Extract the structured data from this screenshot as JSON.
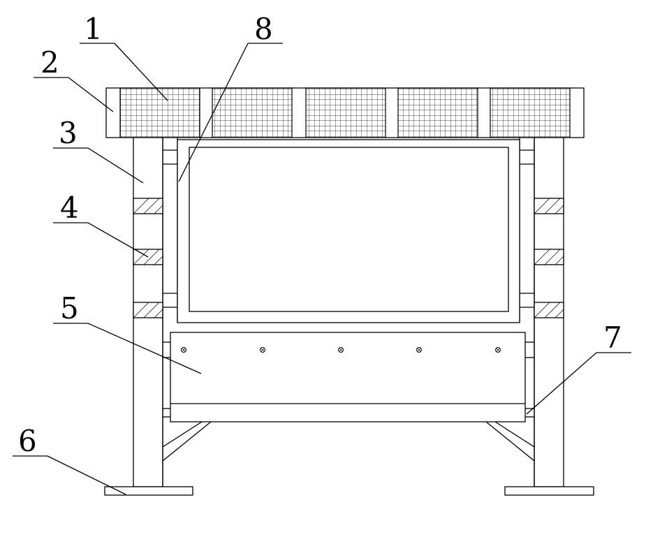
{
  "diagram": {
    "labels": {
      "l1": "1",
      "l2": "2",
      "l3": "3",
      "l4": "4",
      "l5": "5",
      "l6": "6",
      "l7": "7",
      "l8": "8"
    },
    "colors": {
      "stroke": "#000000",
      "background": "#ffffff"
    }
  }
}
